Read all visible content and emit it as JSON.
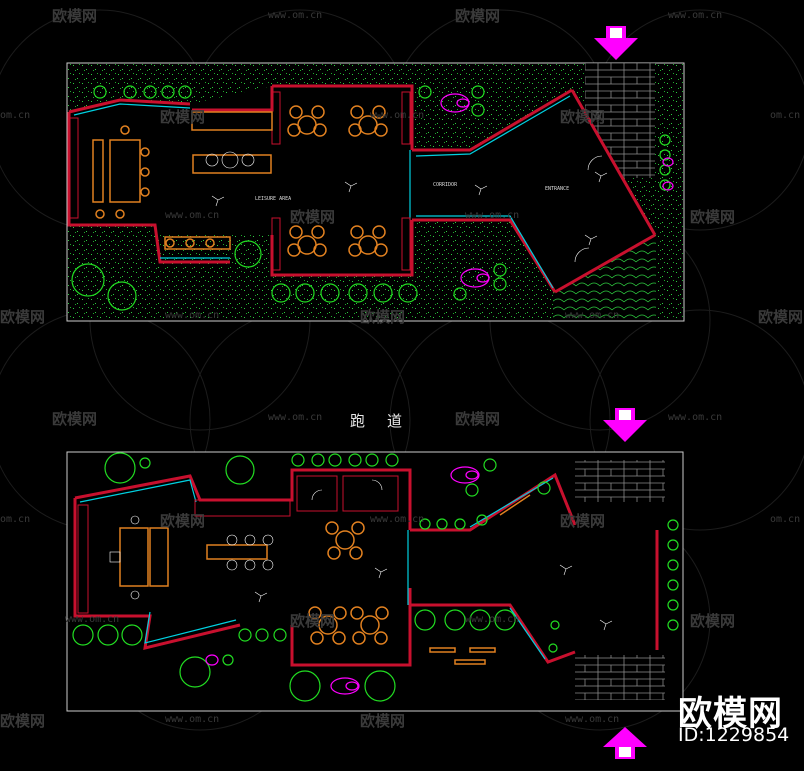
{
  "watermark": {
    "text": "欧模网",
    "url": "www.om.cn",
    "partial_url": "om.cn"
  },
  "labels": {
    "track": "跑道",
    "corridor": "CORRIDOR",
    "leisure": "LEISURE AREA",
    "entrance": "ENTRANCE"
  },
  "brand": {
    "name": "欧模网",
    "id": "ID:1229854"
  },
  "colors": {
    "background": "#000000",
    "wall": "#c8102e",
    "glass": "#00d0e0",
    "furniture": "#e08020",
    "plant": "#22dd22",
    "north_arrow": "#ff00ff",
    "paving": "#888888"
  }
}
